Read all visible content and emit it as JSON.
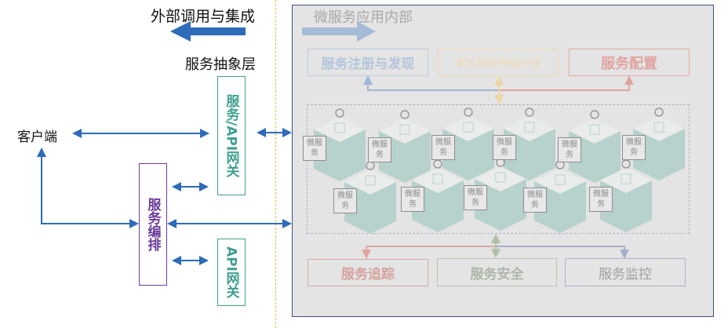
{
  "external": {
    "title": "外部调用与集成",
    "abstraction_label": "服务抽象层",
    "client_label": "客户端",
    "gateway_service_api": "服务/API网关",
    "orchestration": "服务编排",
    "api_gateway": "API网关"
  },
  "internal": {
    "title": "微服务应用内部",
    "top_boxes": [
      {
        "label": "服务注册与发现",
        "color": "#b8cde0"
      },
      {
        "label": "重试/熔断/降级/分流",
        "color": "#eedbb0"
      },
      {
        "label": "服务配置",
        "color": "#e4a7a3"
      }
    ],
    "bottom_boxes": [
      {
        "label": "服务追踪",
        "color": "#dba6a3"
      },
      {
        "label": "服务安全",
        "color": "#b9c6ad"
      },
      {
        "label": "服务监控",
        "color": "#a9b1cd"
      }
    ],
    "microservice_label": "微服务",
    "microservices": [
      {
        "icon": "microscope-icon"
      },
      {
        "icon": "id-card-icon"
      },
      {
        "icon": "clipboard-icon"
      },
      {
        "icon": "microscope-icon"
      },
      {
        "icon": "id-card-icon"
      },
      {
        "icon": "clipboard-icon"
      },
      {
        "icon": "flask-icon"
      },
      {
        "icon": "dna-icon"
      },
      {
        "icon": "id-card-icon"
      },
      {
        "icon": "flask-icon"
      },
      {
        "icon": "dna-icon"
      }
    ]
  },
  "colors": {
    "arrow_blue": "#2e6bb8",
    "gateway_green": "#3fa090",
    "orchestration_purple": "#6b3a9a",
    "divider_orange": "#e8b83a",
    "cube_teal": "#b7d1cd"
  }
}
